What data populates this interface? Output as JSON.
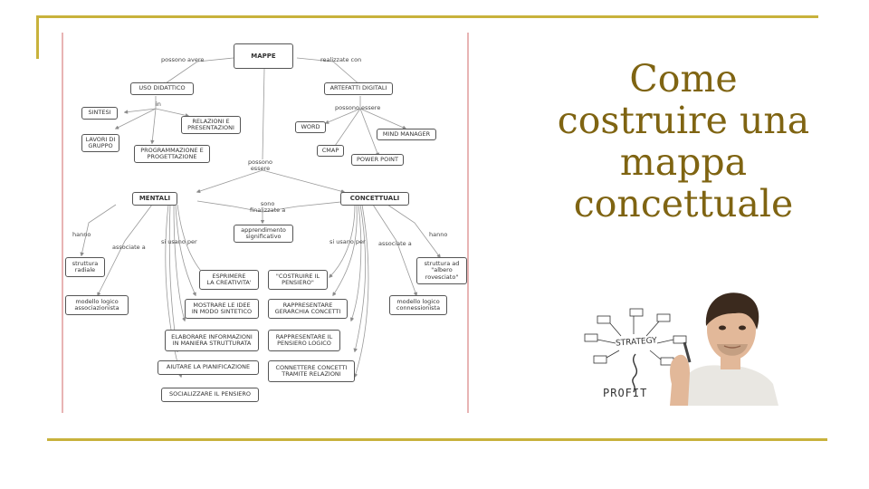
{
  "title": {
    "line1": "Come",
    "line2": "costruire una",
    "line3": "mappa",
    "line4": "concettuale"
  },
  "map": {
    "nodes": {
      "mappe": "MAPPE",
      "uso_didattico": "USO DIDATTICO",
      "strumenti_digitali": "ARTEFATTI DIGITALI",
      "sintesi": "SINTESI",
      "relazioni": "RELAZIONI E\nPRESENTAZIONI",
      "lavori_gruppo": "LAVORI DI\nGRUPPO",
      "programmazione": "PROGRAMMAZIONE E\nPROGETTAZIONE",
      "word": "WORD",
      "mind_manager": "MIND MANAGER",
      "cmap": "CMAP",
      "power_point": "POWER POINT",
      "mentali": "MENTALI",
      "concettuali": "CONCETTUALI",
      "apprendimento": "apprendimento\nsignificativo",
      "struttura_radiale": "struttura\nradiale",
      "struttura_albero": "struttura ad\n\"albero\nrovesciato\"",
      "modello_associazionista": "modello logico\nassociazionista",
      "modello_connessionista": "modello logico\nconnessionista",
      "esprimere": "ESPRIMERE\nLA CREATIVITA'",
      "costruire": "\"COSTRUIRE IL\nPENSIERO\"",
      "mostrare": "MOSTRARE LE IDEE\nIN MODO SINTETICO",
      "rappresentare": "RAPPRESENTARE\nGERARCHIA CONCETTI",
      "elaborare": "ELABORARE INFORMAZIONI\nIN MANIERA STRUTTURATA",
      "rappresentare_pensiero": "RAPPRESENTARE IL\nPENSIERO LOGICO",
      "aiutare": "AIUTARE LA PIANIFICAZIONE",
      "connettere": "CONNETTERE CONCETTI\nTRAMITE RELAZIONI",
      "socializzare": "SOCIALIZZARE IL PENSIERO"
    },
    "labels": {
      "possono_avere": "possono avere",
      "realizzate_con": "realizzate con",
      "in": "in",
      "possono_essere_1": "possono essere",
      "possono_essere_2": "possono\nessere",
      "sono_finalizzate": "sono\nfinalizzate a",
      "hanno_l": "hanno",
      "hanno_r": "hanno",
      "associate_l": "associate a",
      "associate_r": "associate a",
      "si_usano_l": "si usano per",
      "si_usano_r": "si usano per"
    }
  },
  "illustration": {
    "strategy_word": "STRATEGY",
    "profit_word": "PROFIT"
  },
  "colors": {
    "frame_gold": "#c8b23c",
    "title_brown": "#7f6412",
    "map_border_pink": "#e8b4b4"
  }
}
